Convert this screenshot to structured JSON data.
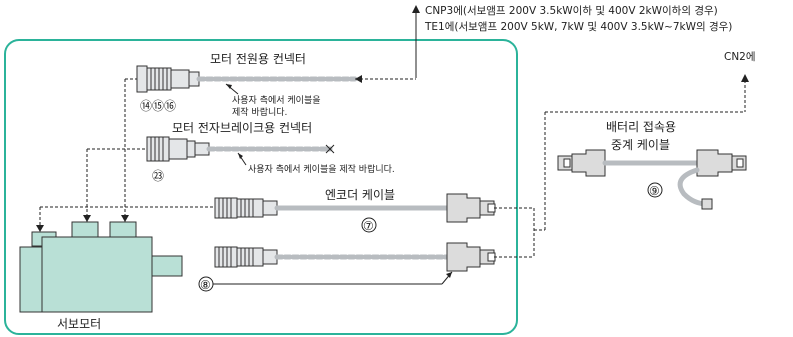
{
  "labels": {
    "note_line1": "CNP3에(서보앰프 200V 3.5kW이하 및 400V 2kW이하의 경우)",
    "note_line2": "TE1에(서보앰프 200V 5kW, 7kW 및 400V 3.5kW~7kW의 경우)",
    "cn2": "CN2에",
    "power_connector": "모터 전원용 컨넥터",
    "power_note_1": "사용자 측에서 케이블을",
    "power_note_2": "제작 바랍니다.",
    "power_nums": "⑭⑮⑯",
    "brake_connector": "모터 전자브레이크용 컨넥터",
    "brake_note": "사용자 측에서 케이블을 제작 바랍니다.",
    "brake_num": "㉓",
    "encoder_cable": "엔코더 케이블",
    "encoder_num": "⑦",
    "cable8_num": "⑧",
    "battery_1": "배터리 접속용",
    "battery_2": "중계 케이블",
    "battery_num": "⑨",
    "motor": "서보모터"
  },
  "colors": {
    "enclosure": "#2bb39a",
    "motor": "#b9e0d6",
    "cable": "#b8bcc0"
  },
  "icons": [
    "circular-connector-icon",
    "d-sub-connector-icon",
    "battery-icon",
    "arrow-up-icon"
  ]
}
